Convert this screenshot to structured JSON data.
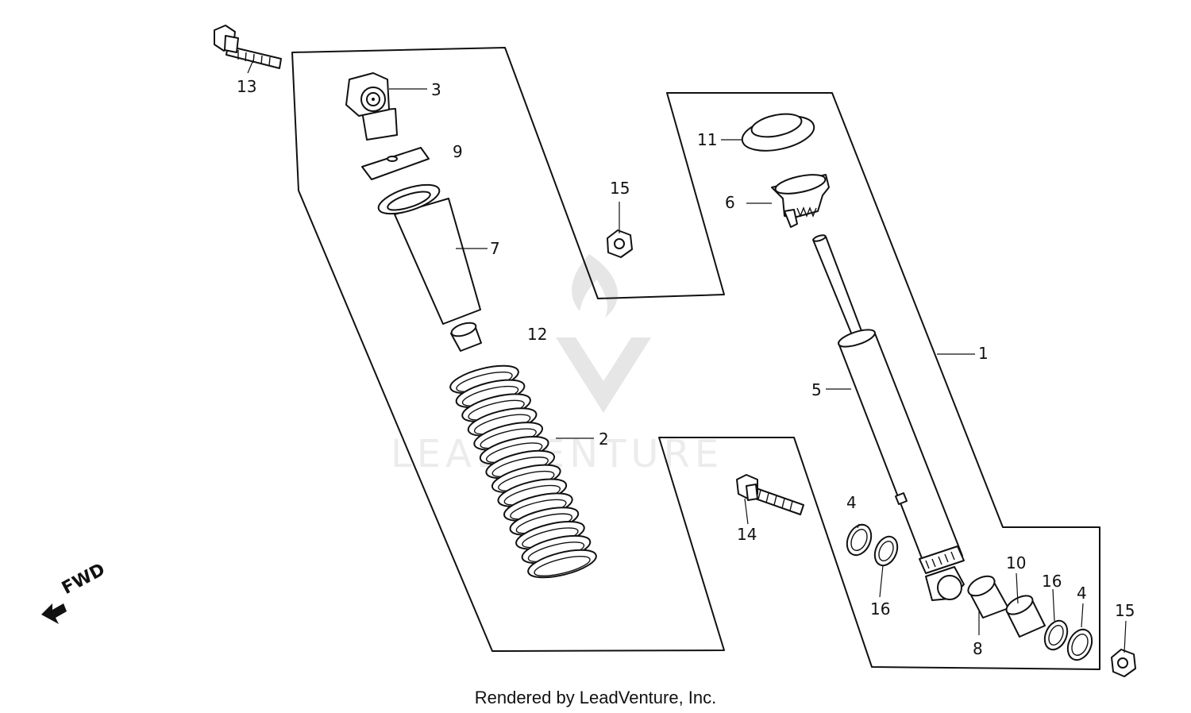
{
  "diagram": {
    "watermark_text": "LEADVENTURE",
    "direction_label": "FWD",
    "callouts": [
      {
        "id": "c1",
        "text": "1"
      },
      {
        "id": "c2",
        "text": "2"
      },
      {
        "id": "c3",
        "text": "3"
      },
      {
        "id": "c4a",
        "text": "4"
      },
      {
        "id": "c4b",
        "text": "4"
      },
      {
        "id": "c5",
        "text": "5"
      },
      {
        "id": "c6",
        "text": "6"
      },
      {
        "id": "c7",
        "text": "7"
      },
      {
        "id": "c8",
        "text": "8"
      },
      {
        "id": "c9",
        "text": "9"
      },
      {
        "id": "c10",
        "text": "10"
      },
      {
        "id": "c11",
        "text": "11"
      },
      {
        "id": "c12",
        "text": "12"
      },
      {
        "id": "c13",
        "text": "13"
      },
      {
        "id": "c14",
        "text": "14"
      },
      {
        "id": "c15a",
        "text": "15"
      },
      {
        "id": "c15b",
        "text": "15"
      },
      {
        "id": "c16a",
        "text": "16"
      },
      {
        "id": "c16b",
        "text": "16"
      }
    ]
  },
  "footer": {
    "credit": "Rendered by LeadVenture, Inc."
  }
}
